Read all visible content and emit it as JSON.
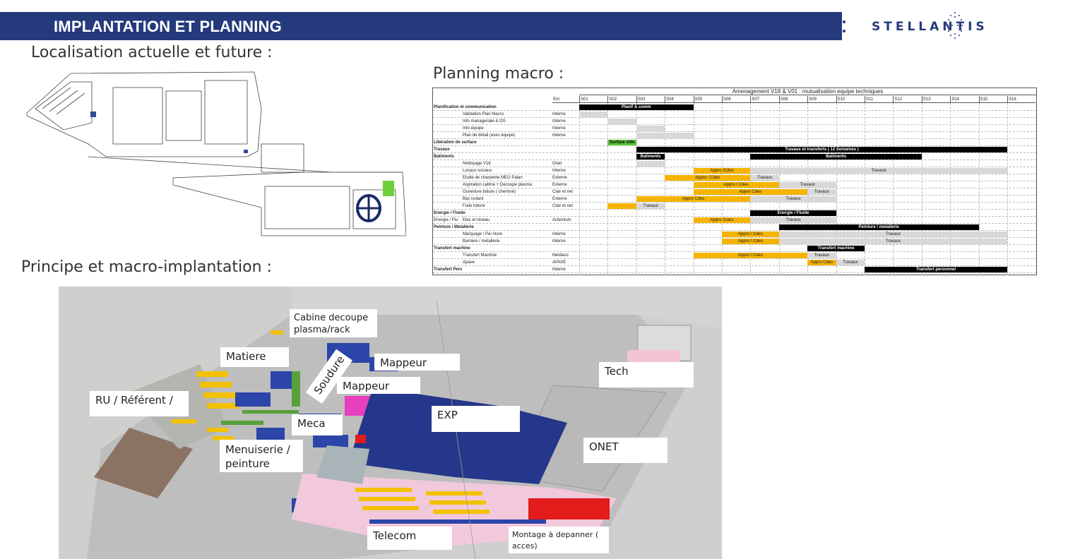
{
  "header": {
    "title": "IMPLANTATION ET PLANNING",
    "logo_text": "STELLANTIS"
  },
  "sections": {
    "localisation": "Localisation actuelle et future :",
    "planning": "Planning macro :",
    "principe": "Principe et macro-implantation :"
  },
  "gantt": {
    "title": "Amenagement V18 & V01 : mutualisation equipe techniques",
    "ent_header": "Ent",
    "weeks": [
      "S01",
      "S02",
      "S03",
      "S04",
      "S05",
      "S06",
      "S07",
      "S08",
      "S09",
      "S10",
      "S11",
      "S12",
      "S13",
      "S14",
      "S15",
      "S16"
    ],
    "rows": [
      {
        "label": "Planification et communication",
        "ent": "",
        "bold": true,
        "indent": false,
        "bars": [
          {
            "type": "black",
            "start": 0,
            "end": 4,
            "text": "Planif & comm"
          }
        ]
      },
      {
        "label": "Validation Plan Macro",
        "ent": "Interne",
        "bold": false,
        "indent": true,
        "bars": [
          {
            "type": "gray",
            "start": 0,
            "end": 1,
            "text": ""
          }
        ]
      },
      {
        "label": "Info manageriale & OS",
        "ent": "Interne",
        "bold": false,
        "indent": true,
        "bars": [
          {
            "type": "gray",
            "start": 1,
            "end": 2,
            "text": ""
          }
        ]
      },
      {
        "label": "Info équipe",
        "ent": "Interne",
        "bold": false,
        "indent": true,
        "bars": [
          {
            "type": "gray",
            "start": 2,
            "end": 3,
            "text": ""
          }
        ]
      },
      {
        "label": "Plan de détail (avec équipe)",
        "ent": "Interne",
        "bold": false,
        "indent": true,
        "bars": [
          {
            "type": "gray",
            "start": 2,
            "end": 4,
            "text": ""
          }
        ]
      },
      {
        "label": "Libération de surface",
        "ent": "",
        "bold": true,
        "indent": false,
        "bars": [
          {
            "type": "green",
            "start": 1,
            "end": 2,
            "text": "Surface vide"
          }
        ]
      },
      {
        "label": "Travaux",
        "ent": "",
        "bold": true,
        "indent": false,
        "bars": [
          {
            "type": "black",
            "start": 2,
            "end": 15,
            "text": "Travaux et transferts ( 12 Semaines )"
          }
        ]
      },
      {
        "label": "Batiments",
        "ent": "",
        "bold": true,
        "indent": false,
        "bars": [
          {
            "type": "black",
            "start": 2,
            "end": 3,
            "text": "Batiments"
          },
          {
            "type": "black",
            "start": 6,
            "end": 12,
            "text": "Batiments"
          }
        ]
      },
      {
        "label": "Nettoyage V18",
        "ent": "Onet",
        "bold": false,
        "indent": true,
        "bars": [
          {
            "type": "gray",
            "start": 2,
            "end": 3,
            "text": ""
          }
        ]
      },
      {
        "label": "Locaux sociaux",
        "ent": "Interne",
        "bold": false,
        "indent": true,
        "bars": [
          {
            "type": "orange",
            "start": 4,
            "end": 6,
            "text": "Appro /Cdes"
          },
          {
            "type": "gray",
            "start": 6,
            "end": 15,
            "text": "Travaux"
          }
        ]
      },
      {
        "label": "Etude de charpente MEO Palan",
        "ent": "Externe",
        "bold": false,
        "indent": true,
        "bars": [
          {
            "type": "orange",
            "start": 3,
            "end": 6,
            "text": "Appro / Cdes"
          },
          {
            "type": "gray",
            "start": 6,
            "end": 7,
            "text": "Travaux"
          }
        ]
      },
      {
        "label": "Aspiration cabine + Decoupe plasma",
        "ent": "Externe",
        "bold": false,
        "indent": true,
        "bars": [
          {
            "type": "orange",
            "start": 4,
            "end": 7,
            "text": "Appro / Cdes"
          },
          {
            "type": "gray",
            "start": 7,
            "end": 9,
            "text": "Travaux"
          }
        ]
      },
      {
        "label": "Ouverture toiture ( cheminé)",
        "ent": "Clair et net",
        "bold": false,
        "indent": true,
        "bars": [
          {
            "type": "orange",
            "start": 4,
            "end": 8,
            "text": "Appro Cdes"
          },
          {
            "type": "gray",
            "start": 8,
            "end": 9,
            "text": "Travaux"
          }
        ]
      },
      {
        "label": "Bac isolant",
        "ent": "Externe",
        "bold": false,
        "indent": true,
        "bars": [
          {
            "type": "orange",
            "start": 2,
            "end": 6,
            "text": "Appro Cdes"
          },
          {
            "type": "gray",
            "start": 6,
            "end": 9,
            "text": "Travaux"
          }
        ]
      },
      {
        "label": "Fuite toiture",
        "ent": "Clair et net",
        "bold": false,
        "indent": true,
        "bars": [
          {
            "type": "orange",
            "start": 1,
            "end": 2,
            "text": ""
          },
          {
            "type": "gray",
            "start": 2,
            "end": 3,
            "text": "Travaux"
          }
        ]
      },
      {
        "label": "Energie / Fluide",
        "ent": "",
        "bold": true,
        "indent": false,
        "bars": [
          {
            "type": "black",
            "start": 6,
            "end": 9,
            "text": "Energie / Fluide"
          }
        ]
      },
      {
        "label": "Energie / Flu",
        "ent": "Actemium",
        "bold": false,
        "indent": false,
        "bars": [
          {
            "type": "orange",
            "start": 4,
            "end": 6,
            "text": "Appro /Cdes"
          },
          {
            "type": "gray",
            "start": 6,
            "end": 9,
            "text": "Travaux"
          }
        ]
      },
      {
        "label": "Elec et réseau",
        "ent": "",
        "bold": false,
        "indent": true,
        "hidden_row": true,
        "bars": []
      },
      {
        "label": "Peinture / Metallerie",
        "ent": "",
        "bold": true,
        "indent": false,
        "bars": [
          {
            "type": "black",
            "start": 7,
            "end": 14,
            "text": "Peinture / metallerie"
          }
        ]
      },
      {
        "label": "Marquage / Pei nture",
        "ent": "Interne",
        "bold": false,
        "indent": true,
        "bars": [
          {
            "type": "orange",
            "start": 5,
            "end": 7,
            "text": "Appro / Cdes"
          },
          {
            "type": "gray",
            "start": 7,
            "end": 15,
            "text": "Travaux"
          }
        ]
      },
      {
        "label": "Barriere / metallerie",
        "ent": "Interne",
        "bold": false,
        "indent": true,
        "bars": [
          {
            "type": "orange",
            "start": 5,
            "end": 7,
            "text": "Appro / Cdes"
          },
          {
            "type": "gray",
            "start": 7,
            "end": 15,
            "text": "Travaux"
          }
        ]
      },
      {
        "label": "Transfert machine",
        "ent": "",
        "bold": true,
        "indent": false,
        "bars": [
          {
            "type": "black",
            "start": 8,
            "end": 10,
            "text": "Transfert machine"
          }
        ]
      },
      {
        "label": "Transfert Machine",
        "ent": "Mediaco",
        "bold": false,
        "indent": true,
        "bars": [
          {
            "type": "orange",
            "start": 4,
            "end": 8,
            "text": "Appro / Cdes"
          },
          {
            "type": "gray",
            "start": 8,
            "end": 9,
            "text": "Travaux"
          }
        ]
      },
      {
        "label": "Apave",
        "ent": "APAVE",
        "bold": false,
        "indent": true,
        "bars": [
          {
            "type": "orange",
            "start": 8,
            "end": 9,
            "text": "Appro Cdes"
          },
          {
            "type": "gray",
            "start": 9,
            "end": 10,
            "text": "Travaux"
          }
        ]
      },
      {
        "label": "Transfert Personnel",
        "ent": "Interne",
        "bold": true,
        "indent": false,
        "bars": [
          {
            "type": "black",
            "start": 10,
            "end": 15,
            "text": "Transfert personnel"
          }
        ]
      }
    ]
  },
  "zones": {
    "cabine": "Cabine decoupe plasma/rack",
    "matiere": "Matiere",
    "soudure": "Soudure",
    "mappeur1": "Mappeur",
    "mappeur2": "Mappeur",
    "ru": "RU / Référent /",
    "meca": "Meca",
    "menuiserie": "Menuiserie / peinture",
    "exp": "EXP",
    "tech": "Tech",
    "onet": "ONET",
    "telecom": "Telecom",
    "montage": "Montage à depanner ( acces)"
  },
  "colors": {
    "header_bg": "#243a7c",
    "exp_zone": "#25378a",
    "bar_orange": "#f5b400",
    "bar_black": "#000000",
    "bar_gray": "#d8d8d8",
    "bar_green": "#5cc43c"
  }
}
